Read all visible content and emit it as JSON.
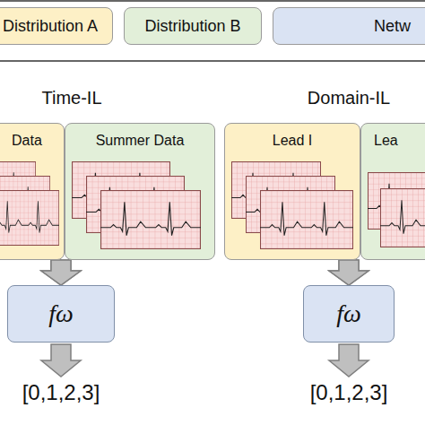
{
  "diagram": {
    "nodes": [
      {
        "text": [
          "Data"
        ]
      },
      {
        "text": [
          "Summer Data"
        ]
      },
      {
        "text": [
          "fω"
        ]
      },
      {
        "text": [
          "Lead I"
        ]
      },
      {
        "text": [
          "Lea"
        ]
      },
      {
        "text": [
          "fω"
        ]
      }
    ],
    "edges": [
      {
        "from": 0,
        "to": 2,
        "arrow": "to"
      },
      {
        "from": 1,
        "to": 2,
        "arrow": "to"
      },
      {
        "from": 3,
        "to": 5,
        "arrow": "to"
      },
      {
        "from": 4,
        "to": 5,
        "arrow": "to"
      }
    ],
    "labels": [
      "Time-IL",
      "Domain-IL",
      "[0,1,2,3]",
      "[0,1,2,3]"
    ],
    "legend": [
      {
        "text": "Distribution A",
        "color": "#fdf0c6"
      },
      {
        "text": "Distribution B",
        "color": "#e2efd9"
      },
      {
        "text": "Netw",
        "color": "#dae3f3"
      }
    ]
  }
}
